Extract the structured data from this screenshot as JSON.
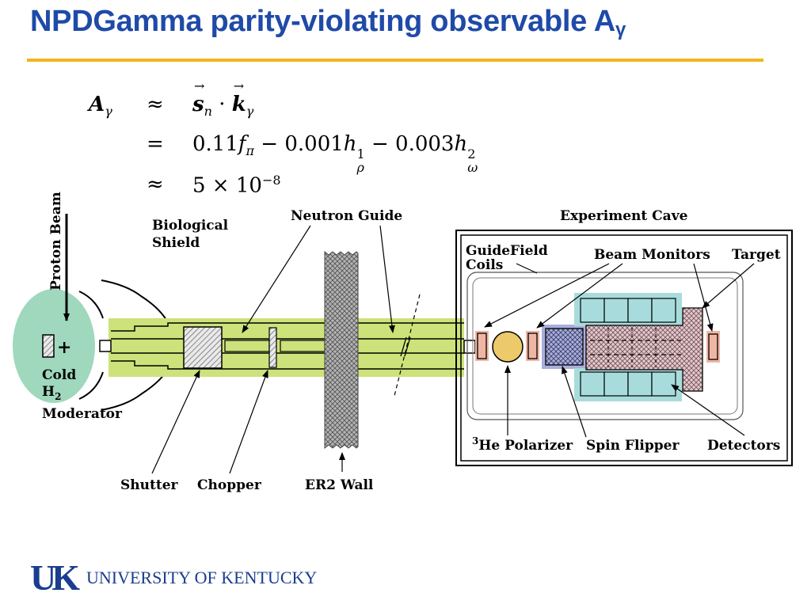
{
  "slide": {
    "title": "NPDGamma parity-violating observable A",
    "title_sub": "γ"
  },
  "equations": {
    "line1": {
      "lhs": "A",
      "lhs_sub": "γ",
      "rel": "≈",
      "s": "s",
      "s_sub": "n",
      "dot": "·",
      "k": "k",
      "k_sub": "γ"
    },
    "line2": {
      "rel": "=",
      "c1": "0.11",
      "f": "f",
      "f_sub": "π",
      "m1": "− 0.001",
      "h1": "h",
      "h1_sup": "1",
      "h1_sub": "ρ",
      "m2": "− 0.003",
      "h2": "h",
      "h2_sup": "2",
      "h2_sub": "ω"
    },
    "line3": {
      "rel": "≈",
      "value": "5 × 10",
      "exp": "−8"
    }
  },
  "diagram": {
    "labels": {
      "proton_beam": "Proton Beam",
      "biological_shield_1": "Biological",
      "biological_shield_2": "Shield",
      "neutron_guide": "Neutron Guide",
      "experiment_cave": "Experiment Cave",
      "guide_field_1": "GuideField",
      "guide_field_2": "Coils",
      "beam_monitors": "Beam Monitors",
      "target": "Target",
      "cold": "Cold",
      "h2": "H",
      "h2_sub": "2",
      "moderator": "Moderator",
      "plus": "+",
      "he3_sup": "3",
      "polarizer": "He Polarizer",
      "spin_flipper": "Spin Flipper",
      "detectors": "Detectors",
      "shutter": "Shutter",
      "chopper": "Chopper",
      "er2_wall": "ER2 Wall"
    },
    "colors": {
      "moderator": "#9fd8bd",
      "guide": "#cde27a",
      "detector": "#a8dcdc",
      "polarizer": "#ecc96a",
      "monitor": "#f0b6a4",
      "target": "#e8c7cc"
    }
  },
  "footer": {
    "logo_mark": "UK",
    "university": "UNIVERSITY OF KENTUCKY"
  }
}
